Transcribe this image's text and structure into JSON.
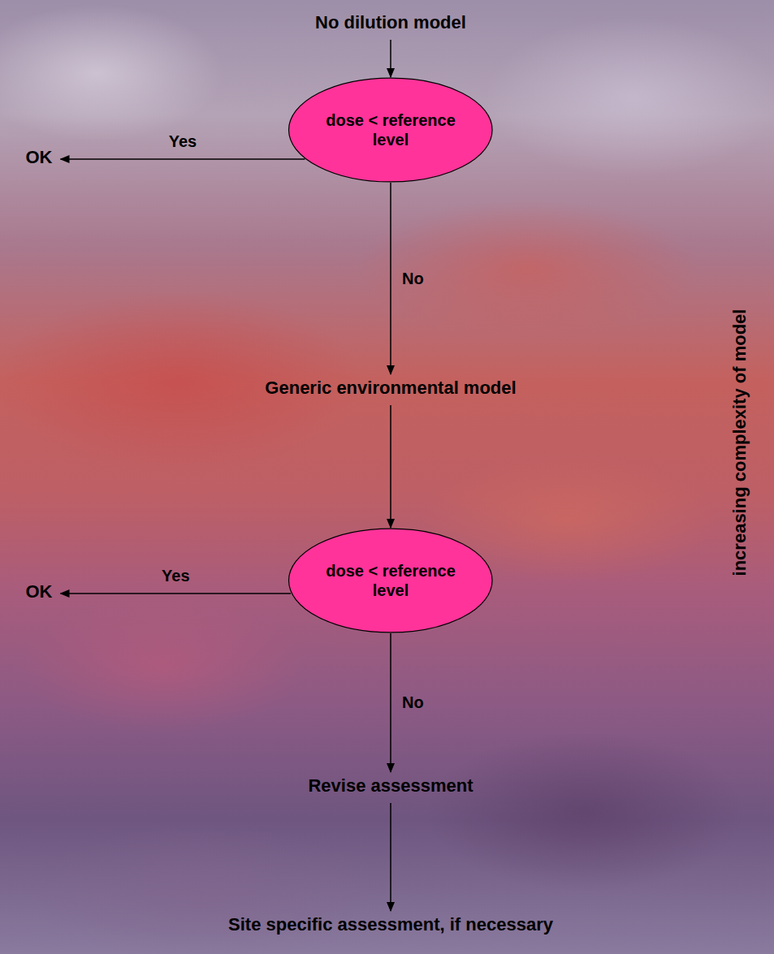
{
  "diagram": {
    "nodes": [
      {
        "text": [
          "No dilution model"
        ]
      },
      {
        "text": [
          "dose < reference level"
        ]
      },
      {
        "text": [
          "OK"
        ]
      },
      {
        "text": [
          "Generic environmental model"
        ]
      },
      {
        "text": [
          "dose < reference level"
        ]
      },
      {
        "text": [
          "OK"
        ]
      },
      {
        "text": [
          "Revise assessment"
        ]
      },
      {
        "text": [
          "Site specific assessment, if necessary"
        ]
      }
    ],
    "edges": [
      {
        "from": 0,
        "to": 1,
        "arrow": "to"
      },
      {
        "from": 1,
        "to": 2,
        "label": "Yes",
        "arrow": "to"
      },
      {
        "from": 1,
        "to": 3,
        "label": "No",
        "arrow": "to"
      },
      {
        "from": 3,
        "to": 4,
        "arrow": "to"
      },
      {
        "from": 4,
        "to": 5,
        "label": "Yes",
        "arrow": "to"
      },
      {
        "from": 4,
        "to": 6,
        "label": "No",
        "arrow": "to"
      },
      {
        "from": 6,
        "to": 7,
        "arrow": "to"
      }
    ],
    "labels": [
      "increasing complexity of model"
    ]
  }
}
